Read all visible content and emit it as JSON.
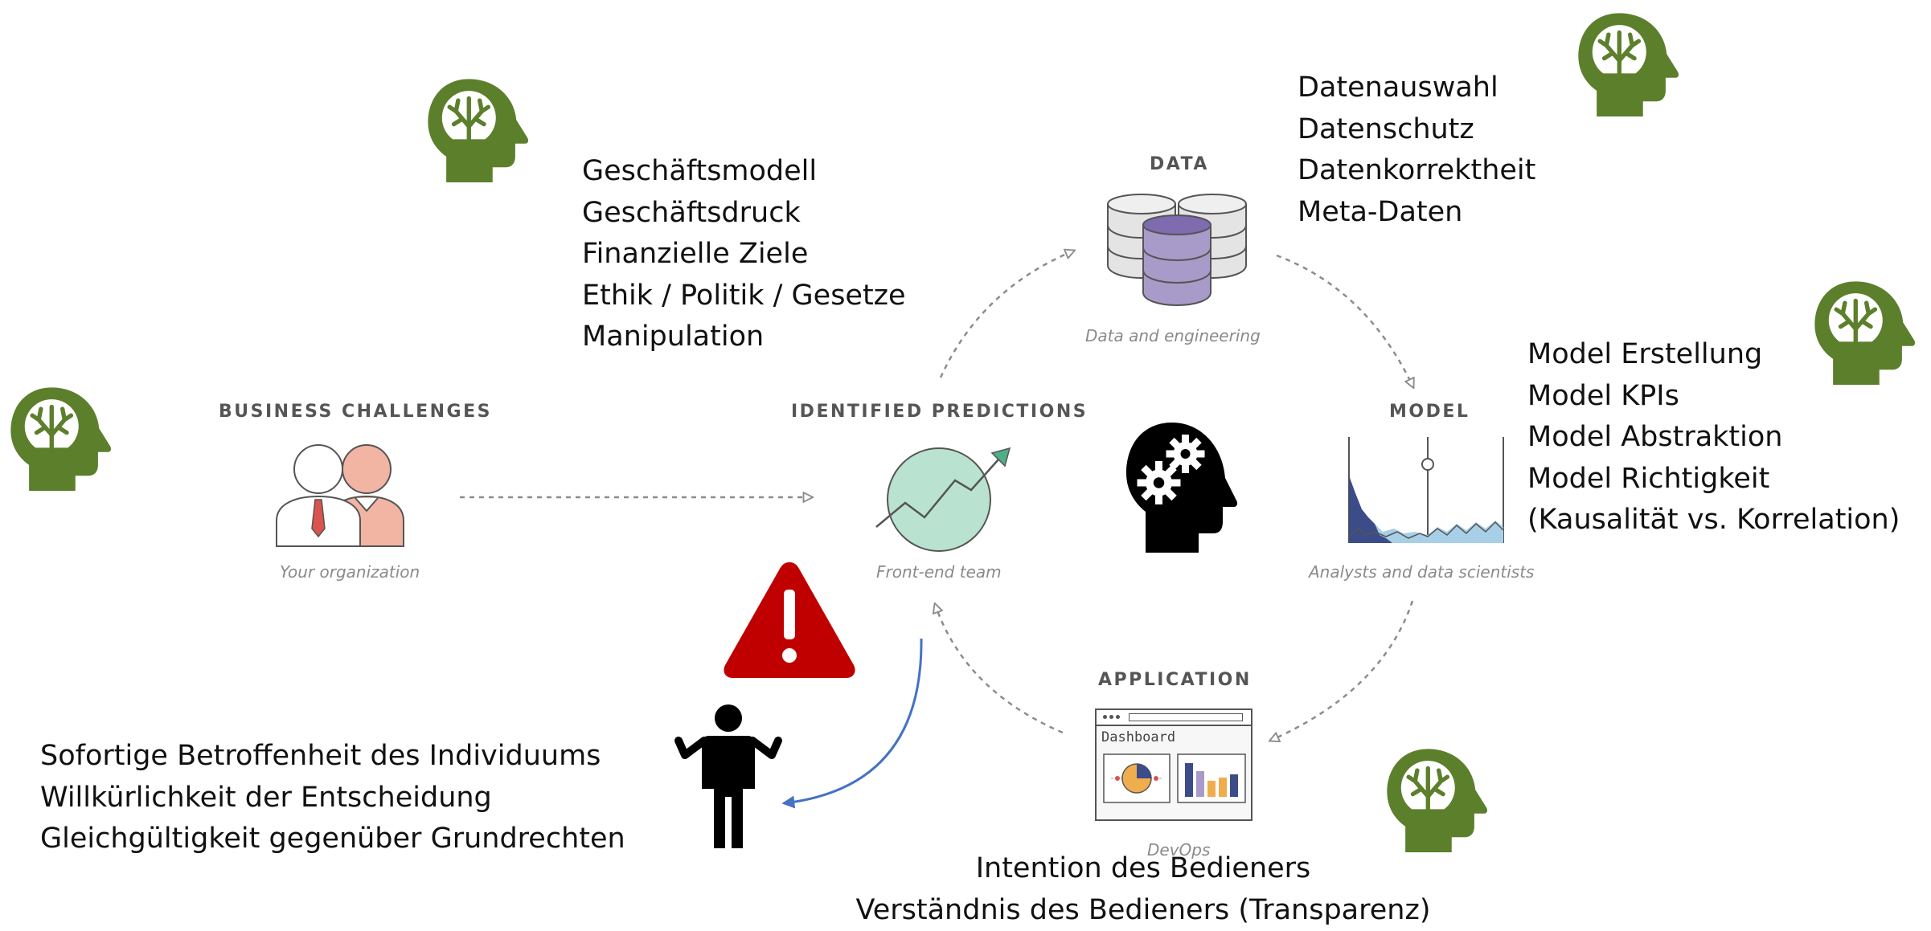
{
  "stages": {
    "business": {
      "title": "BUSINESS CHALLENGES",
      "subtitle": "Your organization"
    },
    "predictions": {
      "title": "IDENTIFIED PREDICTIONS",
      "subtitle": "Front-end team"
    },
    "data": {
      "title": "DATA",
      "subtitle": "Data and engineering"
    },
    "model": {
      "title": "MODEL",
      "subtitle": "Analysts and data scientists"
    },
    "application": {
      "title": "APPLICATION",
      "subtitle": "DevOps",
      "dashboard_label": "Dashboard"
    }
  },
  "notes": {
    "business": [
      "Geschäftsmodell",
      "Geschäftsdruck",
      "Finanzielle Ziele",
      "Ethik / Politik / Gesetze",
      "Manipulation"
    ],
    "data": [
      "Datenauswahl",
      "Datenschutz",
      "Datenkorrektheit",
      "Meta-Daten"
    ],
    "model": [
      "Model Erstellung",
      "Model KPIs",
      "Model Abstraktion",
      "Model Richtigkeit",
      "(Kausalität vs. Korrelation)"
    ],
    "individual": [
      "Sofortige Betroffenheit des Individuums",
      "Willkürlichkeit der Entscheidung",
      "Gleichgültigkeit gegenüber Grundrechten"
    ],
    "application": [
      "Intention des Bedieners",
      "Verständnis des Bedieners (Transparenz)"
    ]
  },
  "icons": {
    "head": "brain-head-icon",
    "gear_head": "gear-head-icon",
    "warning": "warning-icon",
    "person": "person-shrugging-icon"
  },
  "colors": {
    "brain_green": "#5c7f2c",
    "warning_red": "#c00000",
    "flow_arrow": "#8c8c8c",
    "impact_arrow": "#4472c4",
    "prediction_circle": "#b9e3d0",
    "model_area": "#a8cfe8",
    "data_cylinder_front": "#a99bc9"
  }
}
